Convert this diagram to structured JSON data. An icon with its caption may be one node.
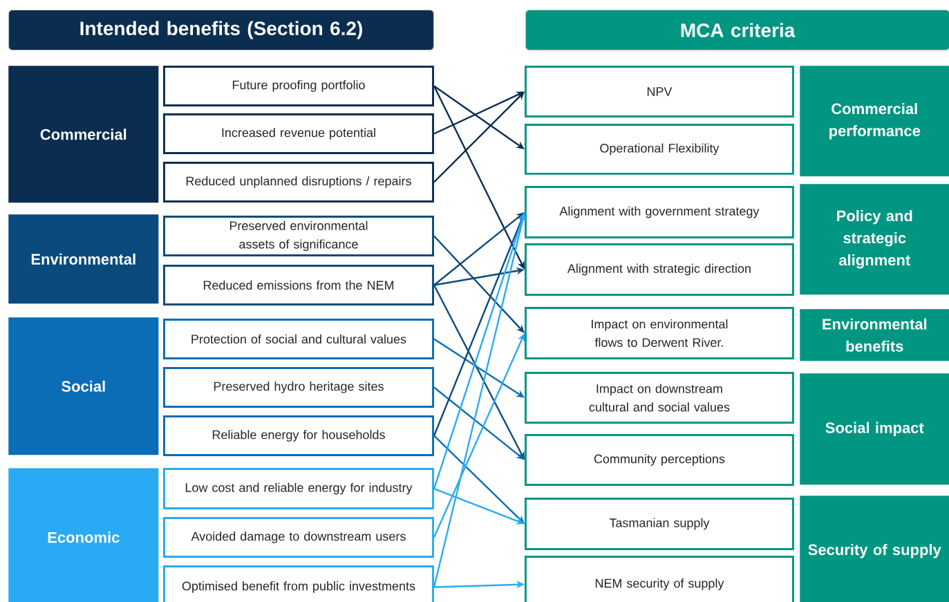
{
  "diagram": {
    "nodes": [
      {
        "text": [
          "Intended benefits (Section 6.2)"
        ]
      },
      {
        "text": [
          "MCA criteria"
        ]
      },
      {
        "text": [
          "Commercial"
        ]
      },
      {
        "text": [
          "Environmental"
        ]
      },
      {
        "text": [
          "Social"
        ]
      },
      {
        "text": [
          "Economic"
        ]
      },
      {
        "text": [
          "Future proofing portfolio"
        ]
      },
      {
        "text": [
          "Increased revenue potential"
        ]
      },
      {
        "text": [
          "Reduced unplanned disruptions / repairs"
        ]
      },
      {
        "text": [
          "Preserved environmental assets of significance"
        ]
      },
      {
        "text": [
          "Reduced emissions from the NEM"
        ]
      },
      {
        "text": [
          "Protection of social and cultural values"
        ]
      },
      {
        "text": [
          "Preserved hydro heritage sites"
        ]
      },
      {
        "text": [
          "Reliable energy for households"
        ]
      },
      {
        "text": [
          "Low cost and reliable energy for industry"
        ]
      },
      {
        "text": [
          "Avoided damage to downstream users"
        ]
      },
      {
        "text": [
          "Optimised benefit from public investments"
        ]
      },
      {
        "text": [
          "NPV"
        ]
      },
      {
        "text": [
          "Operational Flexibility"
        ]
      },
      {
        "text": [
          "Alignment with government strategy"
        ]
      },
      {
        "text": [
          "Alignment with strategic direction"
        ]
      },
      {
        "text": [
          "Impact on environmental flows to Derwent River."
        ]
      },
      {
        "text": [
          "Impact on downstream cultural and social values"
        ]
      },
      {
        "text": [
          "Community perceptions"
        ]
      },
      {
        "text": [
          "Tasmanian supply"
        ]
      },
      {
        "text": [
          "NEM security of supply"
        ]
      },
      {
        "text": [
          "Commercial performance"
        ]
      },
      {
        "text": [
          "Policy and strategic alignment"
        ]
      },
      {
        "text": [
          "Environmental benefits"
        ]
      },
      {
        "text": [
          "Social impact"
        ]
      },
      {
        "text": [
          "Security of supply"
        ]
      }
    ],
    "edges": [
      {
        "from": 6,
        "to": 18,
        "arrow": "to",
        "color": "#0b2d4f"
      },
      {
        "from": 6,
        "to": 20,
        "arrow": "to",
        "color": "#0b2d4f"
      },
      {
        "from": 7,
        "to": 17,
        "arrow": "to",
        "color": "#0b2d4f"
      },
      {
        "from": 8,
        "to": 17,
        "arrow": "to",
        "color": "#0b2d4f"
      },
      {
        "from": 9,
        "to": 21,
        "arrow": "to",
        "color": "#0b4a7d"
      },
      {
        "from": 10,
        "to": 19,
        "arrow": "to",
        "color": "#0b4a7d"
      },
      {
        "from": 10,
        "to": 20,
        "arrow": "to",
        "color": "#0b4a7d"
      },
      {
        "from": 10,
        "to": 23,
        "arrow": "to",
        "color": "#0b4a7d"
      },
      {
        "from": 11,
        "to": 22,
        "arrow": "to",
        "color": "#0a6db5"
      },
      {
        "from": 12,
        "to": 23,
        "arrow": "to",
        "color": "#0a6db5"
      },
      {
        "from": 13,
        "to": 19,
        "arrow": "to",
        "color": "#0b4a7d"
      },
      {
        "from": 13,
        "to": 24,
        "arrow": "to",
        "color": "#0a6db5"
      },
      {
        "from": 14,
        "to": 19,
        "arrow": "to",
        "color": "#29aaf4"
      },
      {
        "from": 14,
        "to": 24,
        "arrow": "to",
        "color": "#29aaf4"
      },
      {
        "from": 15,
        "to": 21,
        "arrow": "to",
        "color": "#29aaf4"
      },
      {
        "from": 16,
        "to": 19,
        "arrow": "to",
        "color": "#29aaf4"
      },
      {
        "from": 16,
        "to": 25,
        "arrow": "to",
        "color": "#29aaf4"
      }
    ]
  }
}
